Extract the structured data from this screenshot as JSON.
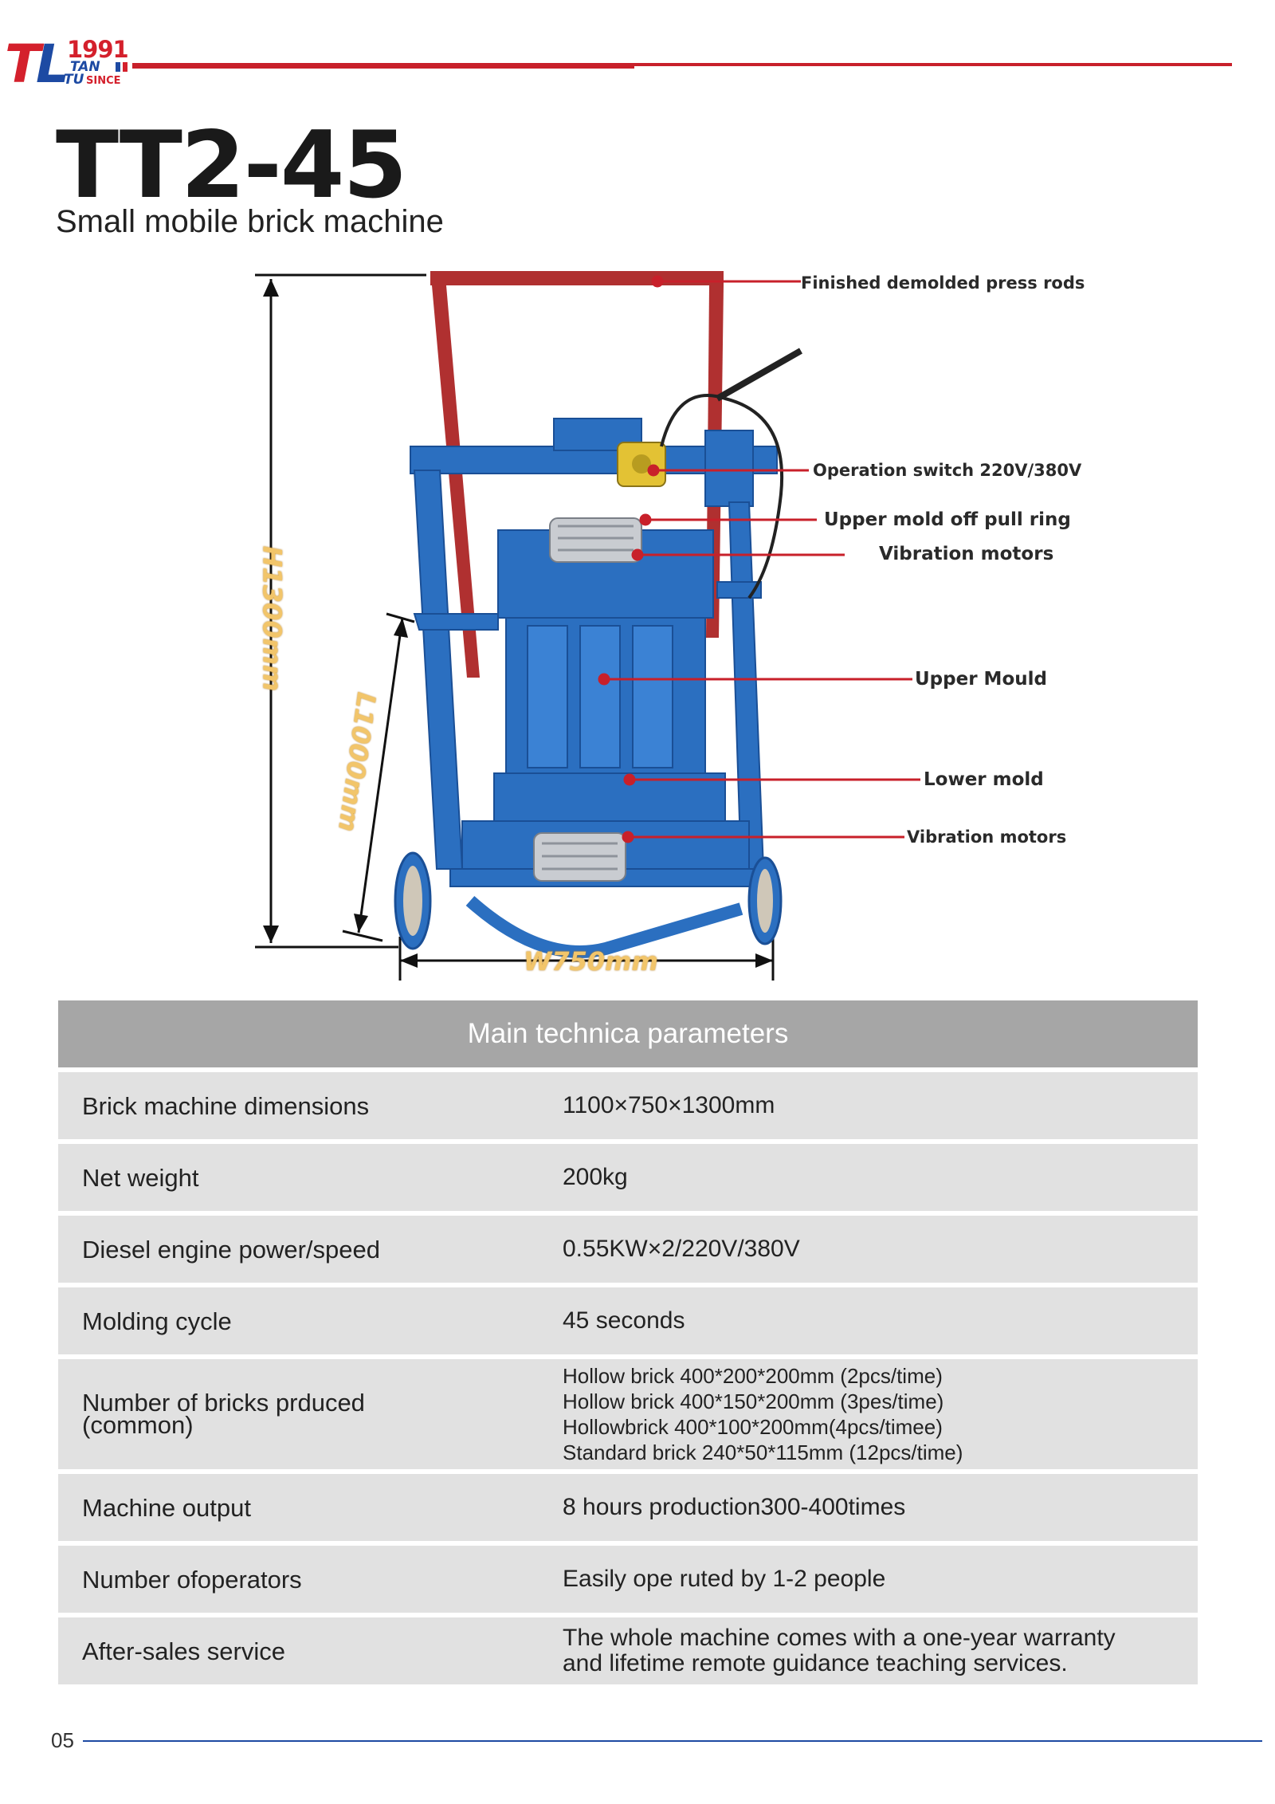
{
  "logo": {
    "letters_a": "T",
    "letters_b": "L",
    "year": "1991",
    "tan": "TAN",
    "tu": "TU",
    "since": "SINCE"
  },
  "product": {
    "model": "TT2-45",
    "subtitle": "Small mobile brick machine"
  },
  "figure": {
    "callouts": [
      "Finished demolded press rods",
      "Operation switch 220V/380V",
      "Upper mold off pull ring",
      "Vibration motors",
      "Upper Mould",
      "Lower mold",
      "Vibration motors"
    ],
    "dimensions": {
      "height": "H1300mm",
      "length": "L1000mm",
      "width": "W750mm"
    },
    "colors": {
      "frame": "#2b6fc0",
      "press_rod": "#b03030",
      "callout_line": "#c8202a",
      "dimension_label": "#f2c56a"
    }
  },
  "table": {
    "header": "Main technica parameters",
    "rows": [
      {
        "label": "Brick machine dimensions",
        "value": [
          "1100×750×1300mm"
        ]
      },
      {
        "label": "Net weight",
        "value": [
          "200kg"
        ]
      },
      {
        "label": "Diesel engine power/speed",
        "value": [
          "0.55KW×2/220V/380V"
        ]
      },
      {
        "label": "Molding cycle",
        "value": [
          "45 seconds"
        ]
      },
      {
        "label": [
          "Number of bricks prduced",
          "(common)"
        ],
        "value": [
          "Hollow brick 400*200*200mm (2pcs/time)",
          "Hollow brick 400*150*200mm (3pes/time)",
          "Hollowbrick 400*100*200mm(4pcs/timee)",
          "Standard brick 240*50*115mm (12pcs/time)"
        ]
      },
      {
        "label": "Machine output",
        "value": [
          "8 hours production300-400times"
        ]
      },
      {
        "label": "Number ofoperators",
        "value": [
          "Easily ope ruted by 1-2 people"
        ]
      },
      {
        "label": "After-sales service",
        "value": [
          "The whole machine comes with a one-year warranty",
          "and lifetime remote guidance teaching services."
        ]
      }
    ]
  },
  "footer": {
    "page_number": "05"
  }
}
